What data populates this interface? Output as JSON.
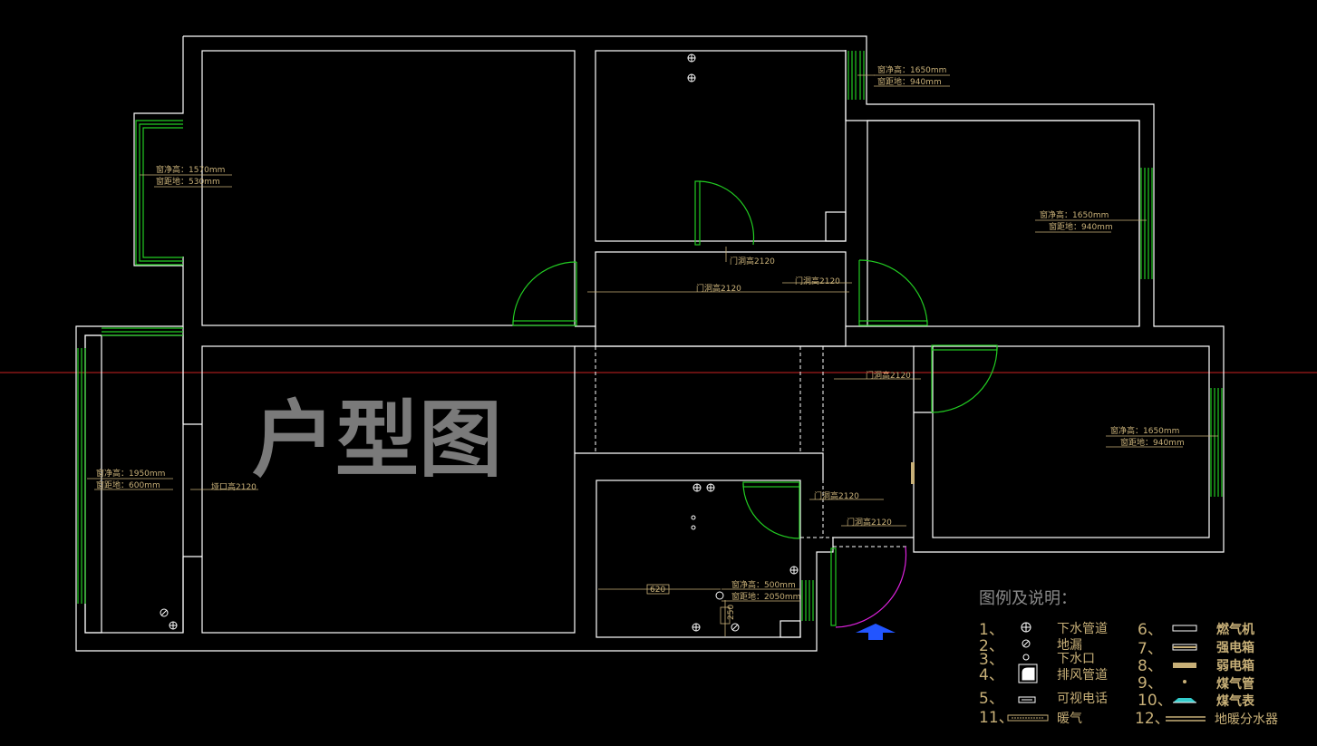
{
  "title": "户型图",
  "colors": {
    "background": "#000000",
    "wall": "#ffffff",
    "window": "#22cc22",
    "annotation": "#c8b078",
    "axis_line": "#cc2222",
    "entry_arrow": "#2255ff",
    "entry_door": "#dd22dd"
  },
  "annotations": {
    "top_win_h": "窗净高：1650mm",
    "top_win_d": "窗距地：940mm",
    "left_win_h": "窗净高：1570mm",
    "left_win_d": "窗距地：530mm",
    "right_win_h": "窗净高：1650mm",
    "right_win_d": "窗距地：940mm",
    "far_left_win_h": "窗净高：1950mm",
    "far_left_win_d": "窗距地：600mm",
    "far_right_win_h": "窗净高：1650mm",
    "far_right_win_d": "窗距地：940mm",
    "bath_win_h": "窗净高：500mm",
    "bath_win_d": "窗距地：2050mm",
    "door_1": "门洞高2120",
    "door_2": "门洞高2120",
    "door_3": "门洞高2120",
    "door_4": "门洞高2120",
    "door_5": "门洞高2120",
    "door_6": "门洞高2120",
    "opening_1": "垭口高2120",
    "dim_620": "620",
    "dim_250": "250"
  },
  "legend": {
    "title": "图例及说明：",
    "items": [
      {
        "num": "1、",
        "label": "下水管道",
        "icon": "drain-pipe-icon"
      },
      {
        "num": "2、",
        "label": "地漏",
        "icon": "floor-drain-icon"
      },
      {
        "num": "3、",
        "label": "下水口",
        "icon": "drain-outlet-icon"
      },
      {
        "num": "4、",
        "label": "排风管道",
        "icon": "exhaust-duct-icon"
      },
      {
        "num": "5、",
        "label": "可视电话",
        "icon": "video-phone-icon"
      },
      {
        "num": "6、",
        "label": "燃气机",
        "icon": "gas-heater-icon"
      },
      {
        "num": "7、",
        "label": "强电箱",
        "icon": "power-box-icon"
      },
      {
        "num": "8、",
        "label": "弱电箱",
        "icon": "low-voltage-box-icon"
      },
      {
        "num": "9、",
        "label": "煤气管",
        "icon": "gas-pipe-icon"
      },
      {
        "num": "10、",
        "label": "煤气表",
        "icon": "gas-meter-icon"
      },
      {
        "num": "11、",
        "label": "暖气",
        "icon": "radiator-icon"
      },
      {
        "num": "12、",
        "label": "地暖分水器",
        "icon": "manifold-icon"
      }
    ]
  }
}
